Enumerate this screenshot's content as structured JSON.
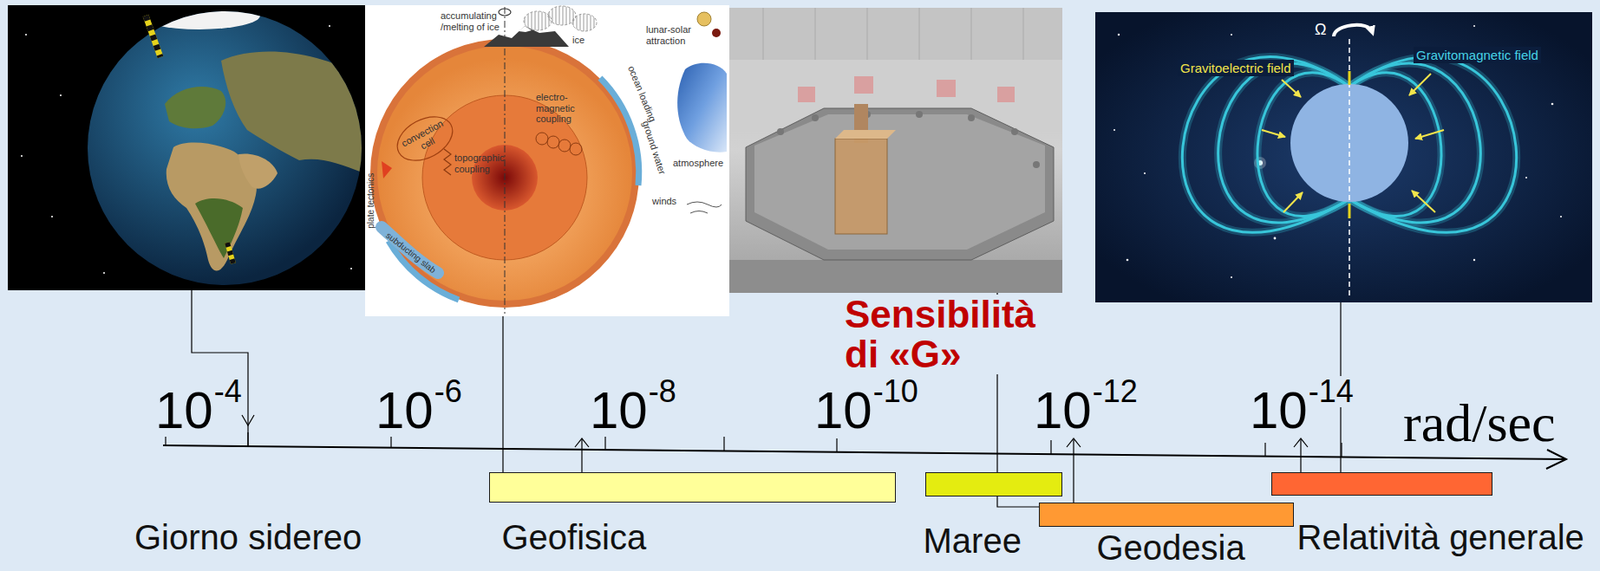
{
  "diagram": {
    "nodes": [
      {
        "text": [
          "Geofisica"
        ]
      },
      {
        "text": [
          "Maree"
        ]
      },
      {
        "text": [
          "Geodesia"
        ]
      },
      {
        "text": [
          "Relatività generale"
        ]
      }
    ],
    "labels": [
      "accumulating /melting of ice",
      "ice",
      "lunar-solar attraction",
      "electro-magnetic coupling",
      "topographic coupling",
      "convection cell",
      "plate tectonics",
      "subducting slab",
      "ocean loading",
      "ground water",
      "atmosphere",
      "winds",
      "Ω",
      "Gravitoelectric field",
      "Gravitomagnetic field",
      "Sensibilità di «G»",
      "10",
      "-4",
      "10",
      "-6",
      "10",
      "-8",
      "10",
      "-10",
      "10",
      "-12",
      "10",
      "-14",
      "rad/sec",
      "Giorno sidereo"
    ]
  }
}
